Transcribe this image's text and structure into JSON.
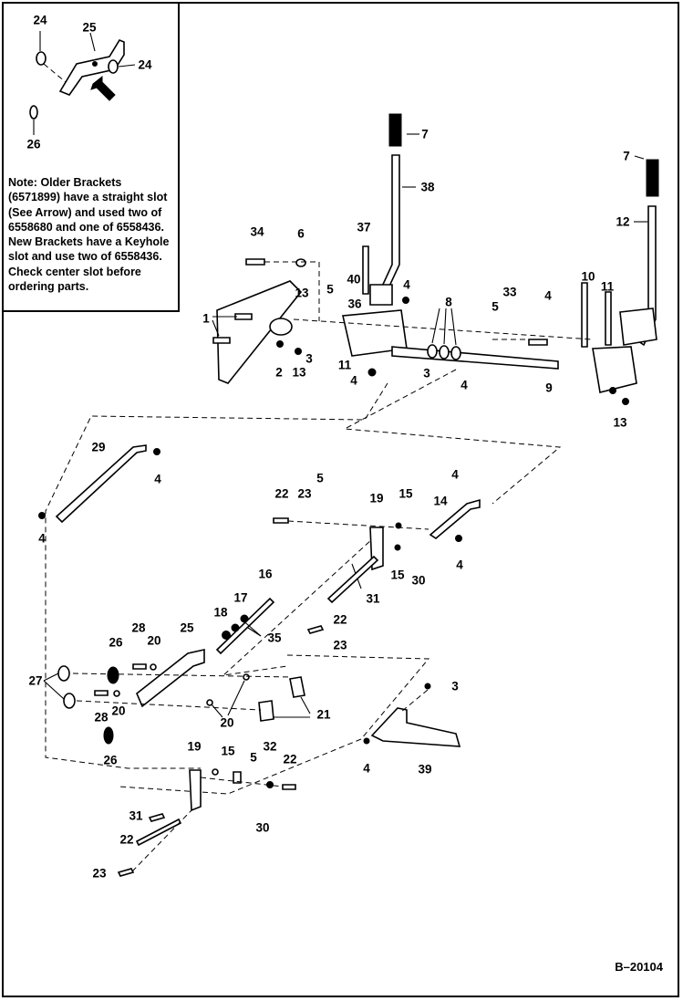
{
  "note": {
    "label": "Note:",
    "body": "Older Brackets (6571899) have a straight slot (See Arrow) and used two of 6558680 and one of 6558436. New Brackets have a Keyhole slot and use two of 6558436. Check center slot before ordering parts."
  },
  "figure_id": "B–20104",
  "callouts": [
    {
      "id": "inset-24a",
      "text": "24"
    },
    {
      "id": "inset-25",
      "text": "25"
    },
    {
      "id": "inset-24b",
      "text": "24"
    },
    {
      "id": "inset-26",
      "text": "26"
    },
    {
      "id": "c7-left",
      "text": "7"
    },
    {
      "id": "c38",
      "text": "38"
    },
    {
      "id": "c7-right",
      "text": "7"
    },
    {
      "id": "c12",
      "text": "12"
    },
    {
      "id": "c34",
      "text": "34"
    },
    {
      "id": "c6",
      "text": "6"
    },
    {
      "id": "c37",
      "text": "37"
    },
    {
      "id": "c40",
      "text": "40"
    },
    {
      "id": "c4-a",
      "text": "4"
    },
    {
      "id": "c10",
      "text": "10"
    },
    {
      "id": "c11-a",
      "text": "11"
    },
    {
      "id": "c33",
      "text": "33"
    },
    {
      "id": "c4-b",
      "text": "4"
    },
    {
      "id": "c5-a",
      "text": "5"
    },
    {
      "id": "c5-b",
      "text": "5"
    },
    {
      "id": "c8",
      "text": "8"
    },
    {
      "id": "c13-a",
      "text": "13"
    },
    {
      "id": "c36",
      "text": "36"
    },
    {
      "id": "c1",
      "text": "1"
    },
    {
      "id": "c3-a",
      "text": "3"
    },
    {
      "id": "c2",
      "text": "2"
    },
    {
      "id": "c13-b",
      "text": "13"
    },
    {
      "id": "c11-b",
      "text": "11"
    },
    {
      "id": "c4-c",
      "text": "4"
    },
    {
      "id": "c3-b",
      "text": "3"
    },
    {
      "id": "c4-d",
      "text": "4"
    },
    {
      "id": "c9",
      "text": "9"
    },
    {
      "id": "c13-c",
      "text": "13"
    },
    {
      "id": "c29",
      "text": "29"
    },
    {
      "id": "c4-e",
      "text": "4"
    },
    {
      "id": "c4-f",
      "text": "4"
    },
    {
      "id": "c22-a",
      "text": "22"
    },
    {
      "id": "c23-a",
      "text": "23"
    },
    {
      "id": "c5-c",
      "text": "5"
    },
    {
      "id": "c19-a",
      "text": "19"
    },
    {
      "id": "c15-a",
      "text": "15"
    },
    {
      "id": "c14",
      "text": "14"
    },
    {
      "id": "c4-g",
      "text": "4"
    },
    {
      "id": "c4-h",
      "text": "4"
    },
    {
      "id": "c15-b",
      "text": "15"
    },
    {
      "id": "c30-a",
      "text": "30"
    },
    {
      "id": "c31-a",
      "text": "31"
    },
    {
      "id": "c16",
      "text": "16"
    },
    {
      "id": "c17",
      "text": "17"
    },
    {
      "id": "c18",
      "text": "18"
    },
    {
      "id": "c22-b",
      "text": "22"
    },
    {
      "id": "c35",
      "text": "35"
    },
    {
      "id": "c23-b",
      "text": "23"
    },
    {
      "id": "c26-a",
      "text": "26"
    },
    {
      "id": "c28-a",
      "text": "28"
    },
    {
      "id": "c20-a",
      "text": "20"
    },
    {
      "id": "c25",
      "text": "25"
    },
    {
      "id": "c27",
      "text": "27"
    },
    {
      "id": "c28-b",
      "text": "28"
    },
    {
      "id": "c20-b",
      "text": "20"
    },
    {
      "id": "c20-c",
      "text": "20"
    },
    {
      "id": "c21",
      "text": "21"
    },
    {
      "id": "c3-c",
      "text": "3"
    },
    {
      "id": "c26-b",
      "text": "26"
    },
    {
      "id": "c4-i",
      "text": "4"
    },
    {
      "id": "c39",
      "text": "39"
    },
    {
      "id": "c19-b",
      "text": "19"
    },
    {
      "id": "c15-c",
      "text": "15"
    },
    {
      "id": "c5-d",
      "text": "5"
    },
    {
      "id": "c32",
      "text": "32"
    },
    {
      "id": "c22-c",
      "text": "22"
    },
    {
      "id": "c31-b",
      "text": "31"
    },
    {
      "id": "c30-b",
      "text": "30"
    },
    {
      "id": "c22-d",
      "text": "22"
    },
    {
      "id": "c23-c",
      "text": "23"
    }
  ]
}
